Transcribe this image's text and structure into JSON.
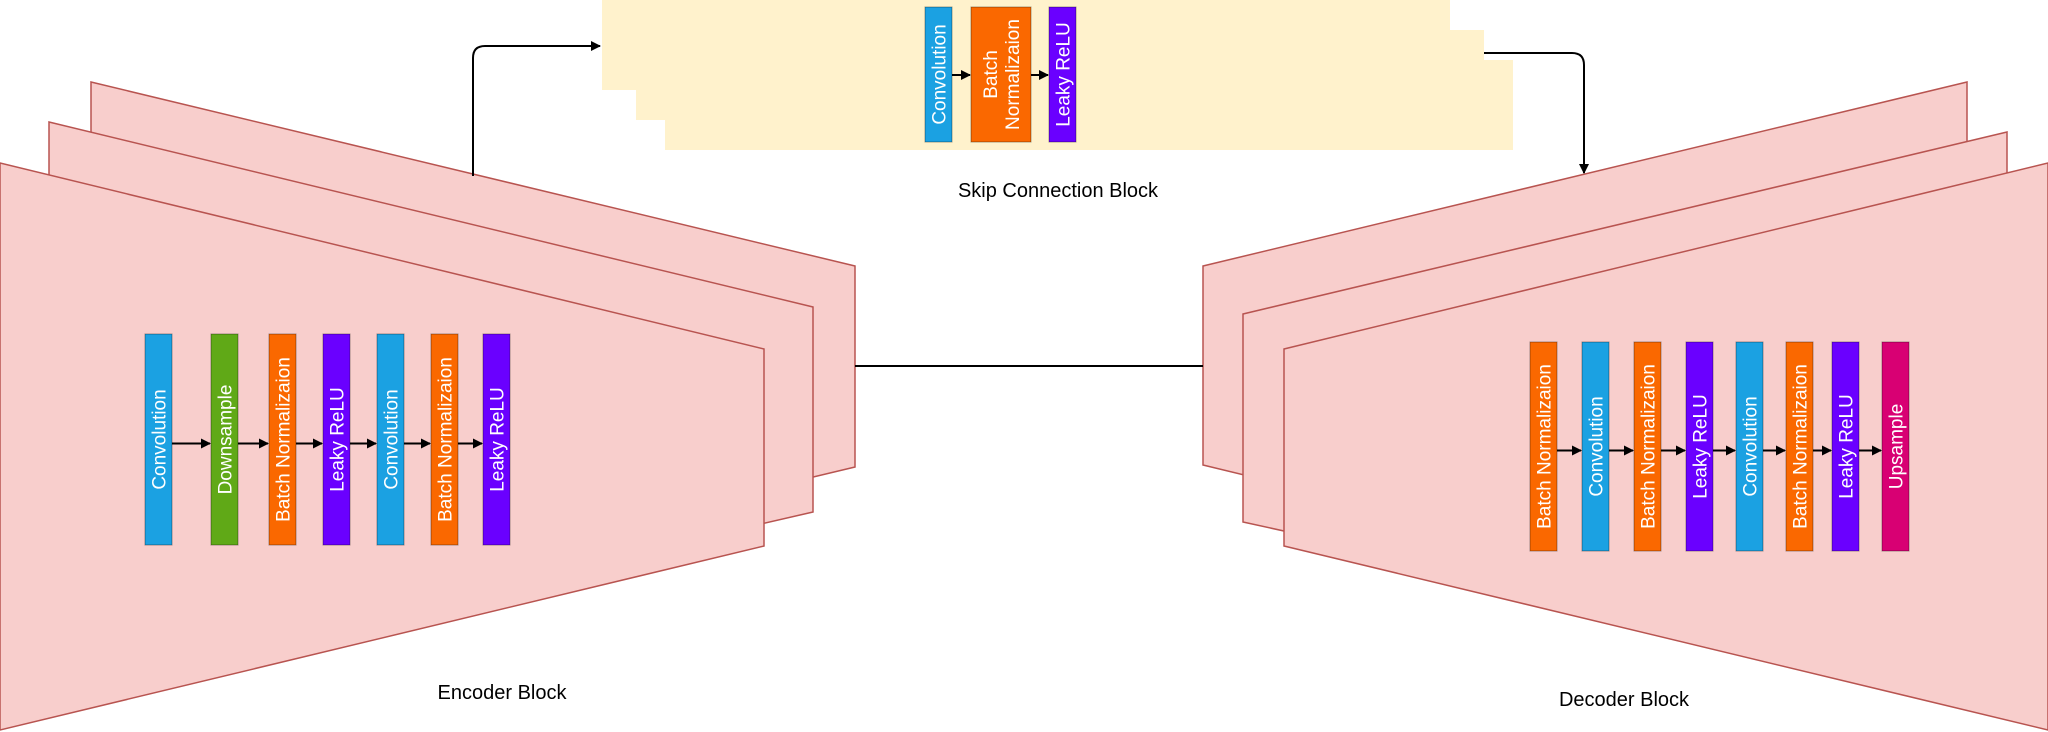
{
  "colors": {
    "block_fill": "#f8cecc",
    "block_stroke": "#b85450",
    "skip_fill": "#fff2cc",
    "convolution": "#1ba1e2",
    "downsample": "#60a917",
    "batch_norm": "#fa6800",
    "leaky_relu": "#6a00ff",
    "upsample": "#d80073",
    "arrow": "#000000",
    "text_on_layer": "#ffffff"
  },
  "labels": {
    "skip": "Skip Connection Block",
    "encoder": "Encoder Block",
    "decoder": "Decoder Block"
  },
  "encoder": {
    "layers": [
      {
        "kind": "convolution",
        "lines": [
          "Convolution"
        ]
      },
      {
        "kind": "downsample",
        "lines": [
          "Downsample"
        ]
      },
      {
        "kind": "batch_norm",
        "lines": [
          "Batch Normalizaion"
        ]
      },
      {
        "kind": "leaky_relu",
        "lines": [
          "Leaky ReLU"
        ]
      },
      {
        "kind": "convolution",
        "lines": [
          "Convolution"
        ]
      },
      {
        "kind": "batch_norm",
        "lines": [
          "Batch Normalizaion"
        ]
      },
      {
        "kind": "leaky_relu",
        "lines": [
          "Leaky ReLU"
        ]
      }
    ]
  },
  "skip": {
    "layers": [
      {
        "kind": "convolution",
        "lines": [
          "Convolution"
        ]
      },
      {
        "kind": "batch_norm",
        "lines": [
          "Batch",
          "Normalizaion"
        ]
      },
      {
        "kind": "leaky_relu",
        "lines": [
          "Leaky ReLU"
        ]
      }
    ]
  },
  "decoder": {
    "layers": [
      {
        "kind": "batch_norm",
        "lines": [
          "Batch Normalizaion"
        ]
      },
      {
        "kind": "convolution",
        "lines": [
          "Convolution"
        ]
      },
      {
        "kind": "batch_norm",
        "lines": [
          "Batch Normalizaion"
        ]
      },
      {
        "kind": "leaky_relu",
        "lines": [
          "Leaky ReLU"
        ]
      },
      {
        "kind": "convolution",
        "lines": [
          "Convolution"
        ]
      },
      {
        "kind": "batch_norm",
        "lines": [
          "Batch Normalizaion"
        ]
      },
      {
        "kind": "leaky_relu",
        "lines": [
          "Leaky ReLU"
        ]
      },
      {
        "kind": "upsample",
        "lines": [
          "Upsample"
        ]
      }
    ]
  }
}
